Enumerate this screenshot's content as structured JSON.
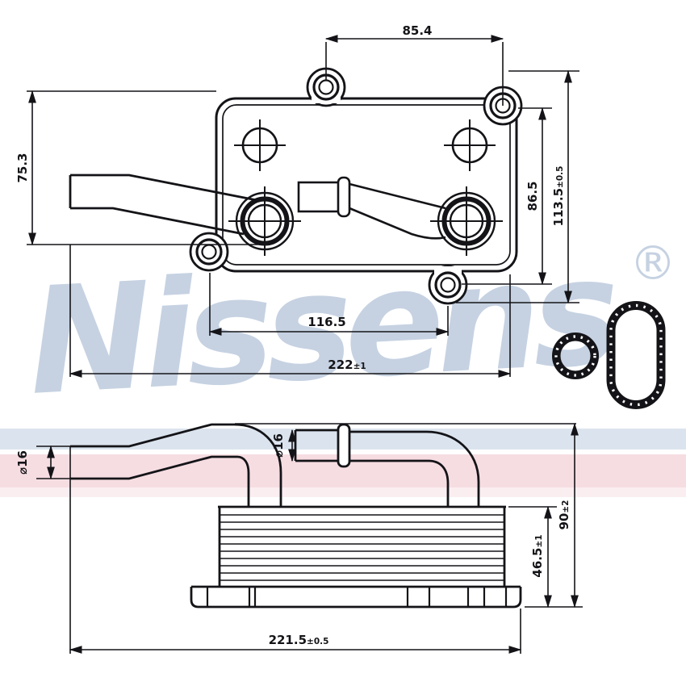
{
  "watermark": {
    "brand": "Nissens",
    "registered": "®",
    "text_color": "#c6d2e2",
    "stripe_blue": "#dbe4ee",
    "stripe_pink": "#f6dde2",
    "stripe_pink_light": "#fbeef1"
  },
  "drawing": {
    "line_color": "#141418",
    "views": [
      "top-view-flange",
      "side-view-core"
    ],
    "parts": [
      "oil-cooler-flange",
      "oil-cooler-core",
      "o-ring-gasket-small",
      "oval-gasket-large"
    ]
  },
  "dimensions": {
    "top_view": {
      "port_spacing": {
        "value": "85.4"
      },
      "left_height": {
        "value": "75.3"
      },
      "hole_height": {
        "value": "86.5"
      },
      "total_height": {
        "value": "113.5",
        "tolerance": "±0.5"
      },
      "hole_spacing": {
        "value": "116.5"
      },
      "total_width": {
        "value": "222",
        "tolerance": "±1"
      }
    },
    "side_view": {
      "left_pipe_diameter": {
        "value": "⌀16"
      },
      "mid_pipe_diameter": {
        "value": "⌀16"
      },
      "total_height": {
        "value": "90",
        "tolerance": "±2"
      },
      "core_height": {
        "value": "46.5",
        "tolerance": "±1"
      },
      "total_width": {
        "value": "221.5",
        "tolerance": "±0.5"
      }
    }
  }
}
